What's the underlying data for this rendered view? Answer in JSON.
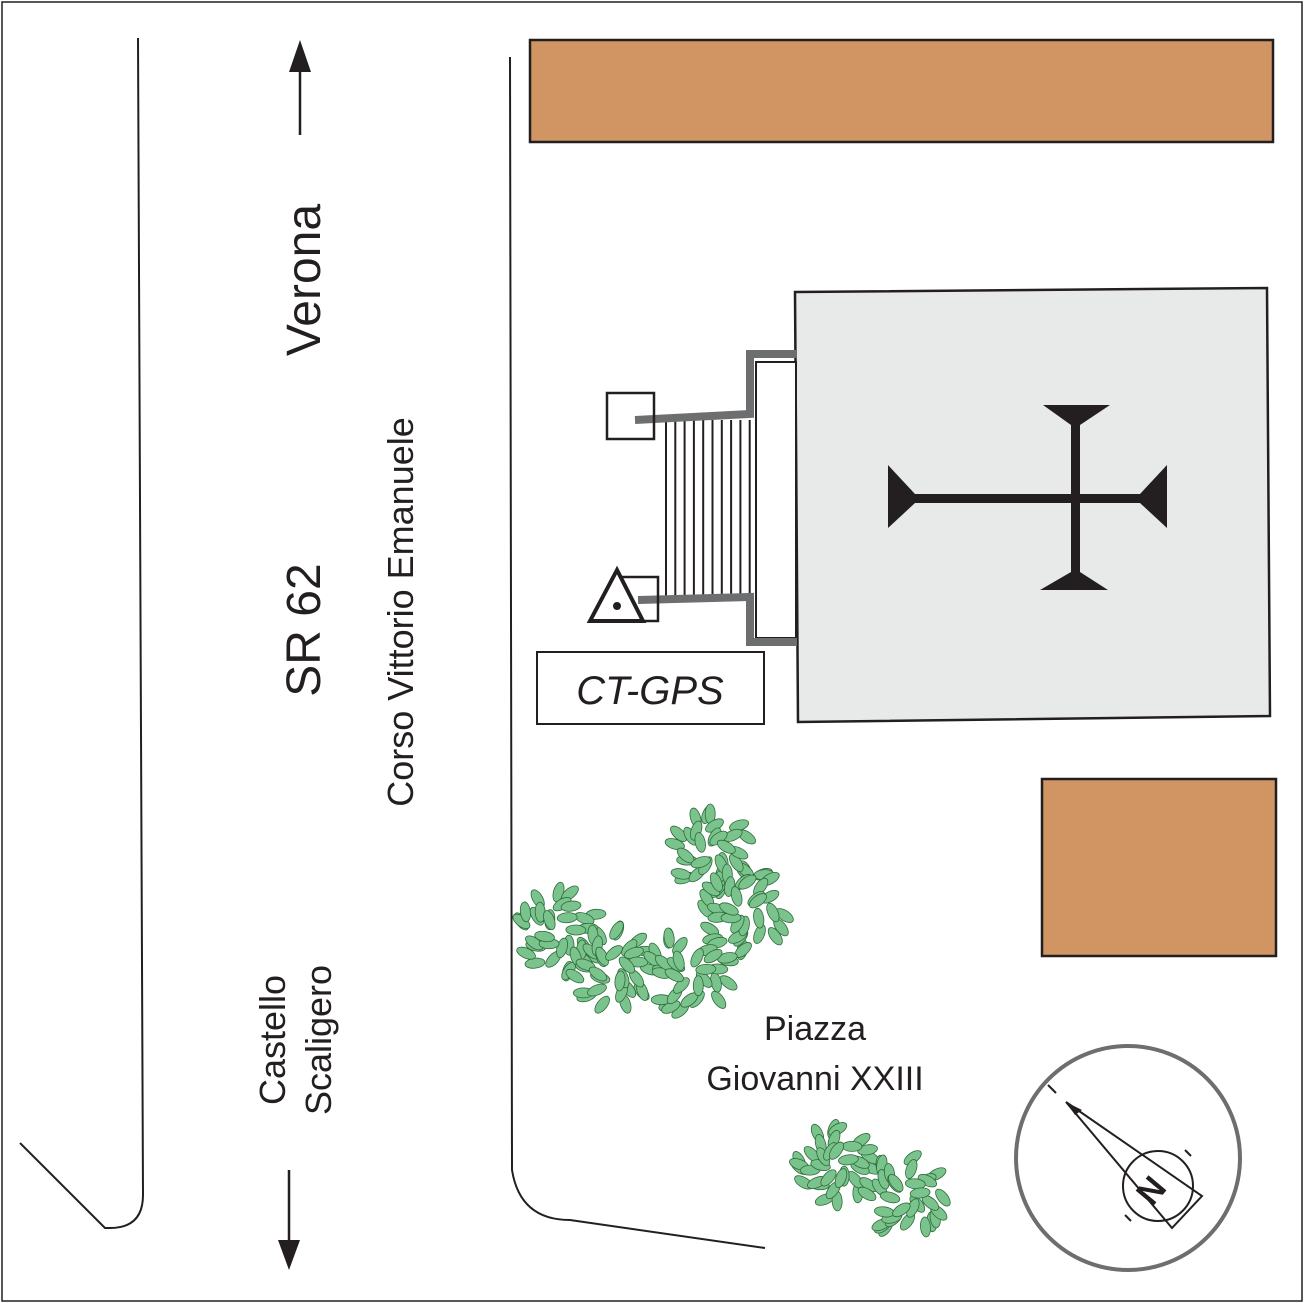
{
  "labels": {
    "city_north": "Verona",
    "road_number": "SR 62",
    "street": "Corso Vittorio Emanuele",
    "castle_line1": "Castello",
    "castle_line2": "Scaligero",
    "square_line1": "Piazza",
    "square_line2": "Giovanni XXIII",
    "station": "CT-GPS",
    "compass": "N"
  },
  "colors": {
    "building": "#d09563",
    "church": "#e8eaea",
    "tree": "#7bc38c",
    "stairs_rail": "#6d6e70",
    "line": "#231f20"
  },
  "icons": [
    "arrow-up-icon",
    "arrow-down-icon",
    "church-cross-icon",
    "gps-station-triangle-icon",
    "north-compass-icon",
    "tree-icon"
  ]
}
